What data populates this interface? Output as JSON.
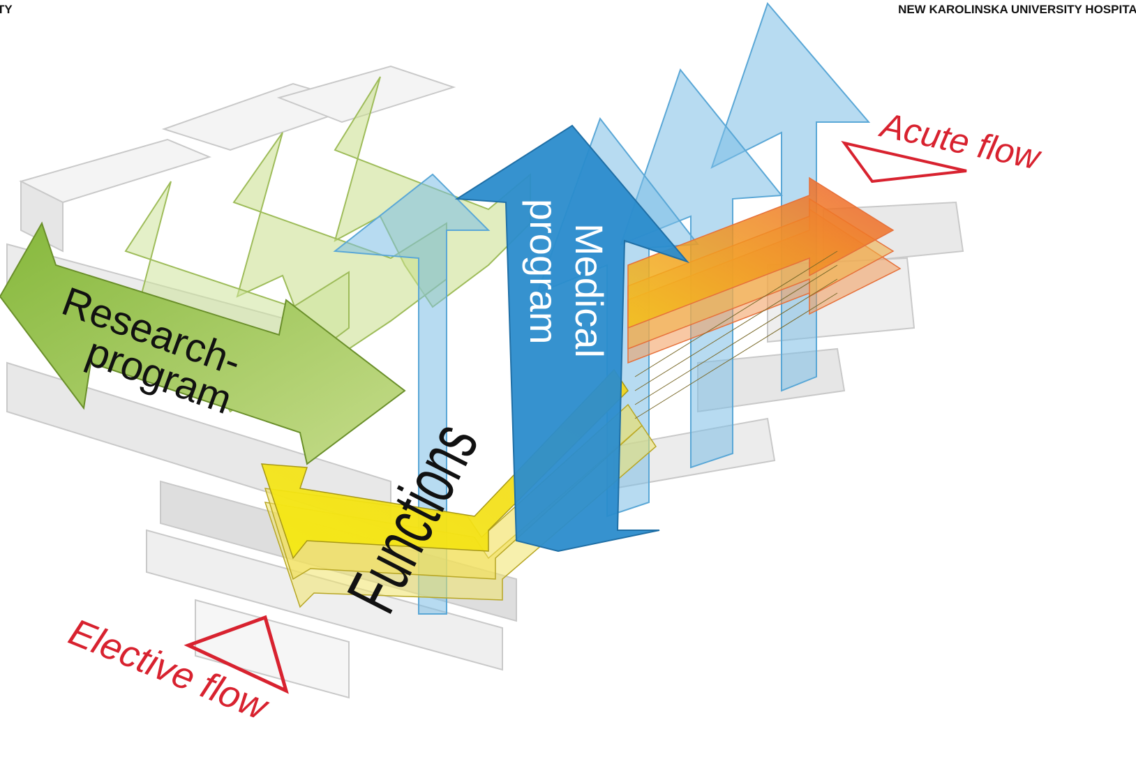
{
  "header": {
    "left_text": "TY",
    "right_text": "NEW KAROLINSKA UNIVERSITY HOSPITAL"
  },
  "labels": {
    "research_line1": "Research-",
    "research_line2": "program",
    "medical_line1": "Medical",
    "medical_line2": "program",
    "functions": "Functions",
    "acute": "Acute flow",
    "elective": "Elective flow"
  },
  "colors": {
    "research_green": "#8fc04a",
    "research_green_light": "#cfe29a",
    "medical_blue": "#2b8ccc",
    "medical_blue_light": "#7cbde6",
    "functions_yellow": "#f2e21a",
    "acute_orange": "#f07a2a",
    "flow_red": "#d8222f"
  }
}
